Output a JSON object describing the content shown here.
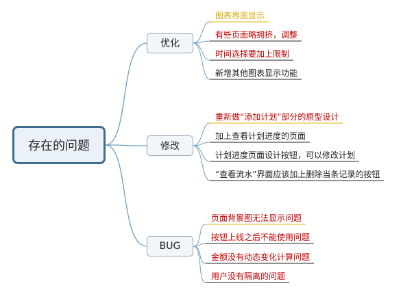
{
  "root": {
    "label": "存在的问题"
  },
  "branches": [
    {
      "label": "优化",
      "items": [
        {
          "text": "图表界面显示",
          "color": "#d8a800"
        },
        {
          "text": "有些页面略拥挤，调整",
          "color": "#c00000"
        },
        {
          "text": "时间选择要加上限制",
          "color": "#c00000"
        },
        {
          "text": "新增其他图表显示功能",
          "color": "#222222"
        }
      ]
    },
    {
      "label": "修改",
      "items": [
        {
          "text": "重新做“添加计划”部分的原型设计",
          "color": "#c00000"
        },
        {
          "text": "加上查看计划进度的页面",
          "color": "#222222"
        },
        {
          "text": "计划进度页面设计按钮，可以修改计划",
          "color": "#222222"
        },
        {
          "text": "“查看流水”界面应该加上删除当条记录的按钮",
          "color": "#222222"
        }
      ]
    },
    {
      "label": "BUG",
      "items": [
        {
          "text": "页面背景图无法显示问题",
          "color": "#c00000"
        },
        {
          "text": "按钮上线之后不能使用问题",
          "color": "#c00000"
        },
        {
          "text": "金额没有动态变化计算问题",
          "color": "#c00000"
        },
        {
          "text": "用户没有隔离的问题",
          "color": "#c00000"
        }
      ]
    }
  ],
  "colors": {
    "link": "#6e9cc0",
    "underline_first": "#e0b400",
    "underline": "#222222"
  }
}
